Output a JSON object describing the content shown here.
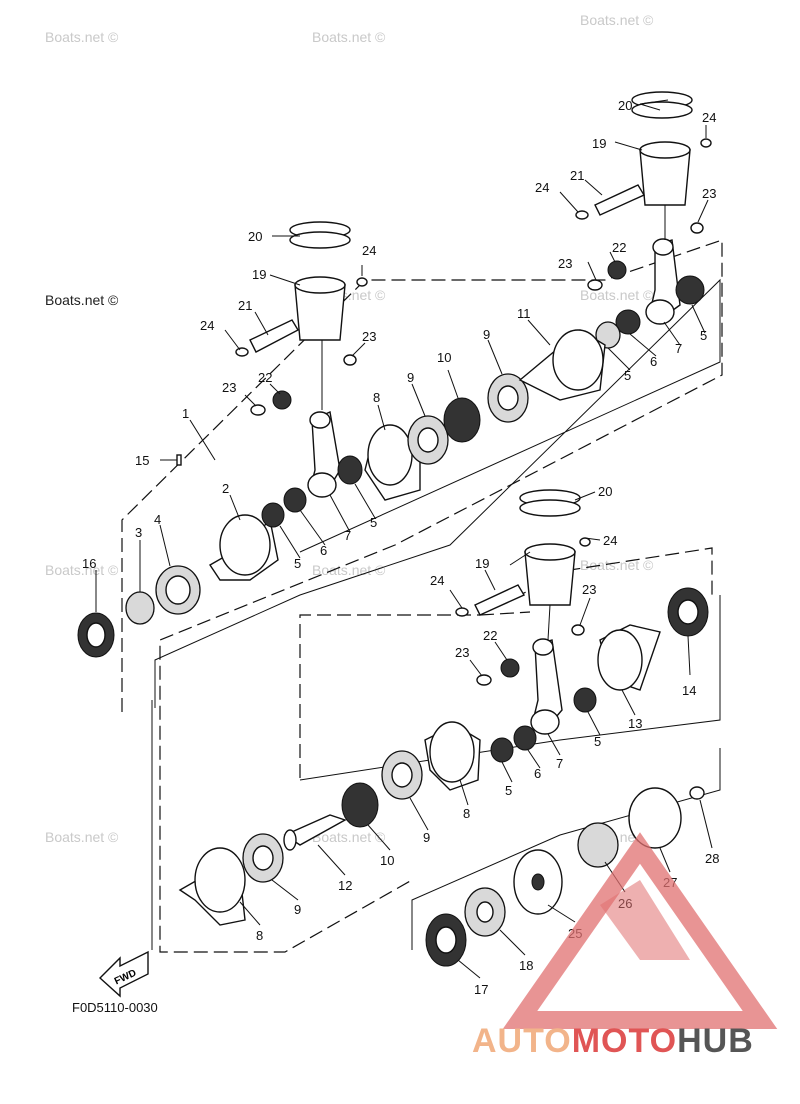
{
  "diagram_code": "F0D5110-0030",
  "fwd_label": "FWD",
  "watermark": "Boats.net ©",
  "brand": {
    "part1": "AUTO",
    "part2": "MOTO",
    "part3": "HUB",
    "color_primary": "#f2b48a",
    "color_secondary": "#e05555",
    "color_tertiary": "#555555"
  },
  "callouts": [
    "1",
    "2",
    "3",
    "4",
    "5",
    "6",
    "7",
    "8",
    "9",
    "10",
    "11",
    "12",
    "13",
    "14",
    "15",
    "16",
    "17",
    "18",
    "19",
    "20",
    "21",
    "22",
    "23",
    "24",
    "25",
    "26",
    "27",
    "28"
  ]
}
